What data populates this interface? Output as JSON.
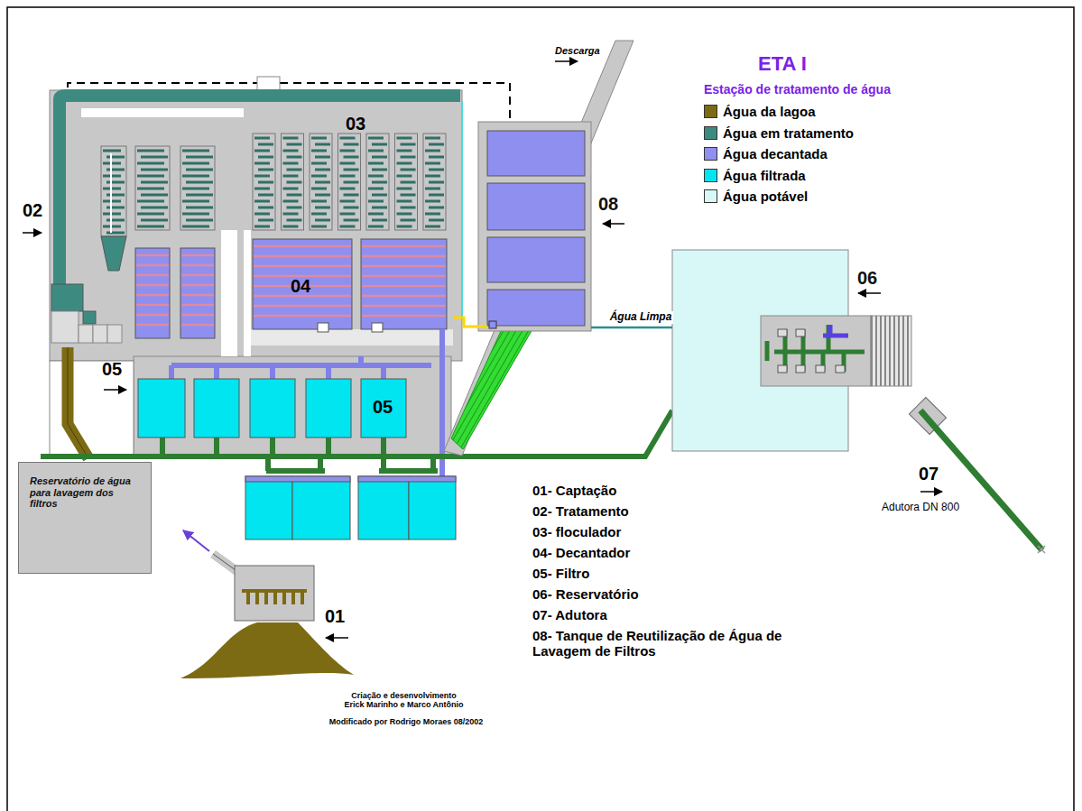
{
  "diagram": {
    "title": "ETA I",
    "nodes": [
      {
        "text": [
          "08"
        ]
      },
      {
        "text": [
          "06"
        ]
      },
      {
        "text": [
          "Reservatório de água para lavagem dos filtros"
        ]
      }
    ],
    "edges": [
      {
        "from": 0,
        "to": 1,
        "label": "Água Limpa",
        "arrow": "none"
      }
    ],
    "labels": [
      "Descarga",
      "Estação de tratamento de água",
      "02",
      "03",
      "04",
      "05",
      "05",
      "01",
      "07",
      "Adutora DN 800",
      "01- Captação",
      "02- Tratamento",
      "03- floculador",
      "04- Decantador",
      "05- Filtro",
      "06- Reservatório",
      "07- Adutora",
      "08- Tanque de Reutilização de Água de Lavagem de Filtros",
      "Criação e desenvolvimento Erick Marinho e Marco Antônio",
      "Modificado por Rodrigo Moraes 08/2002"
    ],
    "legend": [
      {
        "text": "Água da lagoa",
        "color": "#7d6b14"
      },
      {
        "text": "Água em tratamento",
        "color": "#3d8b80"
      },
      {
        "text": "Água decantada",
        "color": "#8f8ff0"
      },
      {
        "text": "Água filtrada",
        "color": "#00e5f0"
      },
      {
        "text": "Água potável",
        "color": "#d8f8f8"
      }
    ]
  }
}
